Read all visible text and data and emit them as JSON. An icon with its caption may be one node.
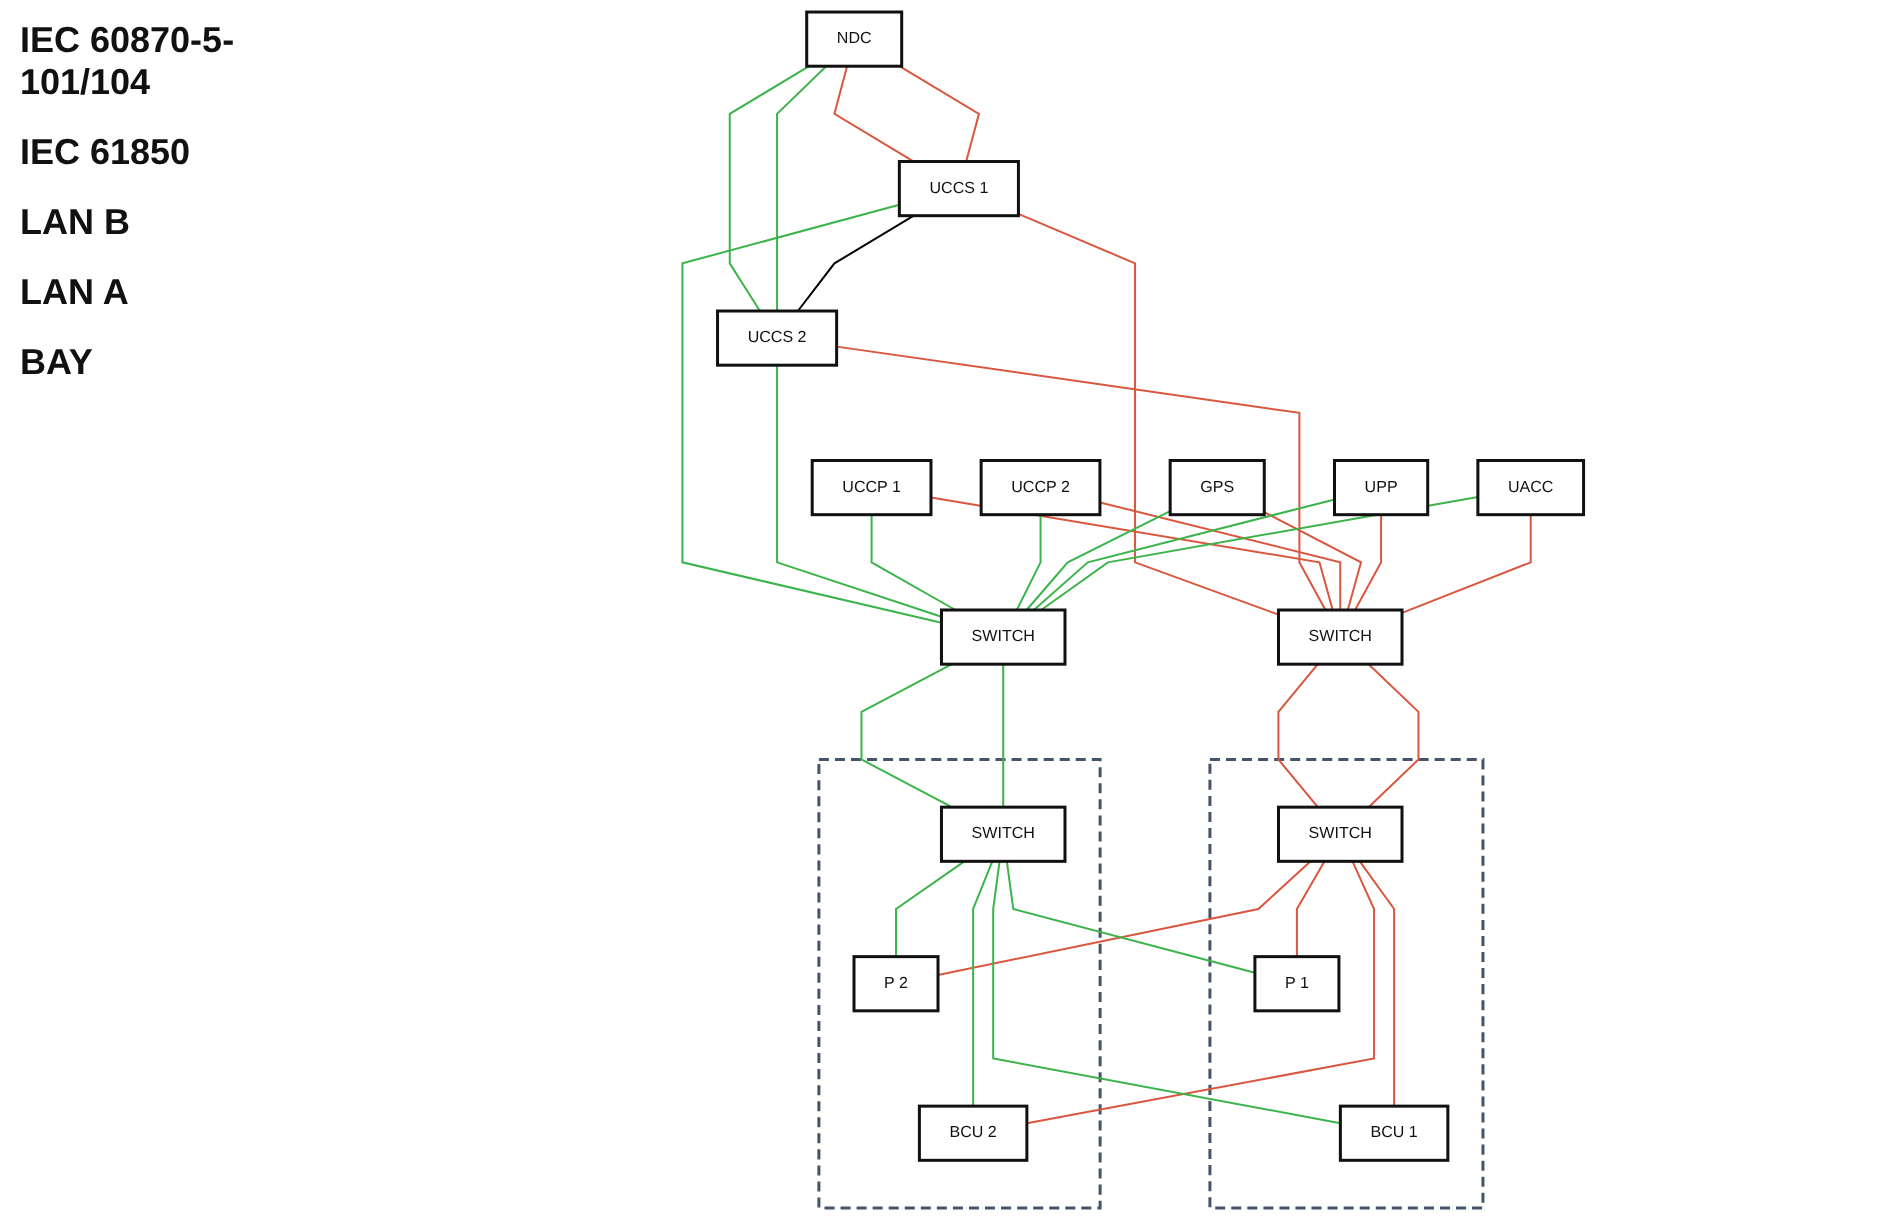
{
  "diagram": {
    "nodes": [
      {
        "text": [
          "NDC"
        ]
      },
      {
        "text": [
          "UCCS 1"
        ]
      },
      {
        "text": [
          "UCCS 2"
        ]
      },
      {
        "text": [
          "UCCP 1"
        ]
      },
      {
        "text": [
          "UCCP 2"
        ]
      },
      {
        "text": [
          "GPS"
        ]
      },
      {
        "text": [
          "UPP"
        ]
      },
      {
        "text": [
          "UACC"
        ]
      },
      {
        "text": [
          "SWITCH"
        ]
      },
      {
        "text": [
          "SWITCH"
        ]
      },
      {
        "text": [],
        "shape": "box"
      },
      {
        "text": [
          "SWITCH"
        ],
        "in": 10
      },
      {
        "text": [
          "P 1"
        ],
        "in": 10
      },
      {
        "text": [
          "BCU 1"
        ],
        "in": 10
      },
      {
        "text": [],
        "shape": "box"
      },
      {
        "text": [
          "SWITCH"
        ],
        "in": 14
      },
      {
        "text": [
          "P 2"
        ],
        "in": 14
      },
      {
        "text": [
          "BCU 2"
        ],
        "in": 14
      }
    ],
    "edges": [
      {
        "from": 0,
        "to": 1,
        "arrow": "none",
        "color": "#d9573f"
      },
      {
        "from": 0,
        "to": 1,
        "arrow": "none",
        "color": "#d9573f"
      },
      {
        "from": 0,
        "to": 2,
        "arrow": "none",
        "color": "#3cb44b"
      },
      {
        "from": 0,
        "to": 2,
        "arrow": "none",
        "color": "#3cb44b"
      },
      {
        "from": 1,
        "to": 2,
        "arrow": "none",
        "color": "#000000"
      },
      {
        "from": 1,
        "to": 8,
        "arrow": "none",
        "color": "#d9573f"
      },
      {
        "from": 1,
        "to": 9,
        "arrow": "none",
        "color": "#3cb44b"
      },
      {
        "from": 2,
        "to": 8,
        "arrow": "none",
        "color": "#d9573f"
      },
      {
        "from": 2,
        "to": 9,
        "arrow": "none",
        "color": "#3cb44b"
      },
      {
        "from": 3,
        "to": 8,
        "arrow": "none",
        "color": "#d9573f"
      },
      {
        "from": 3,
        "to": 9,
        "arrow": "none",
        "color": "#3cb44b"
      },
      {
        "from": 4,
        "to": 8,
        "arrow": "none",
        "color": "#d9573f"
      },
      {
        "from": 4,
        "to": 9,
        "arrow": "none",
        "color": "#3cb44b"
      },
      {
        "from": 5,
        "to": 8,
        "arrow": "none",
        "color": "#d9573f"
      },
      {
        "from": 5,
        "to": 9,
        "arrow": "none",
        "color": "#3cb44b"
      },
      {
        "from": 6,
        "to": 8,
        "arrow": "none",
        "color": "#d9573f"
      },
      {
        "from": 6,
        "to": 9,
        "arrow": "none",
        "color": "#3cb44b"
      },
      {
        "from": 7,
        "to": 8,
        "arrow": "none",
        "color": "#d9573f"
      },
      {
        "from": 7,
        "to": 9,
        "arrow": "none",
        "color": "#3cb44b"
      },
      {
        "from": 8,
        "to": 11,
        "arrow": "none",
        "color": "#d9573f"
      },
      {
        "from": 8,
        "to": 11,
        "arrow": "none",
        "color": "#d9573f"
      },
      {
        "from": 9,
        "to": 15,
        "arrow": "none",
        "color": "#3cb44b"
      },
      {
        "from": 9,
        "to": 15,
        "arrow": "none",
        "color": "#3cb44b"
      },
      {
        "from": 11,
        "to": 12,
        "arrow": "none",
        "color": "#d9573f"
      },
      {
        "from": 11,
        "to": 13,
        "arrow": "none",
        "color": "#d9573f"
      },
      {
        "from": 11,
        "to": 16,
        "arrow": "none",
        "color": "#d9573f"
      },
      {
        "from": 11,
        "to": 17,
        "arrow": "none",
        "color": "#d9573f"
      },
      {
        "from": 15,
        "to": 12,
        "arrow": "none",
        "color": "#3cb44b"
      },
      {
        "from": 15,
        "to": 13,
        "arrow": "none",
        "color": "#3cb44b"
      },
      {
        "from": 15,
        "to": 16,
        "arrow": "none",
        "color": "#3cb44b"
      },
      {
        "from": 15,
        "to": 17,
        "arrow": "none",
        "color": "#3cb44b"
      }
    ],
    "labels": [
      "IEC 60870-5-101/104",
      "IEC 61850",
      "LAN B",
      "LAN A",
      "BAY"
    ]
  }
}
